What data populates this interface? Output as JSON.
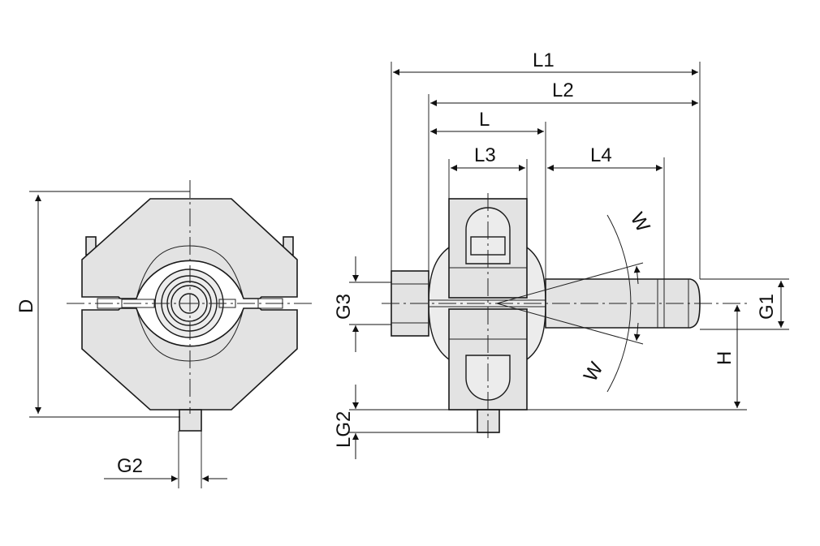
{
  "dimensions": {
    "D": "D",
    "G2_front": "G2",
    "L1": "L1",
    "L2": "L2",
    "L": "L",
    "L3": "L3",
    "L4": "L4",
    "G3": "G3",
    "LG2": "LG2",
    "G1": "G1",
    "H": "H",
    "W_upper": "W",
    "W_lower": "W"
  },
  "colors": {
    "part_fill": "#e3e3e3",
    "line": "#1a1a1a"
  }
}
